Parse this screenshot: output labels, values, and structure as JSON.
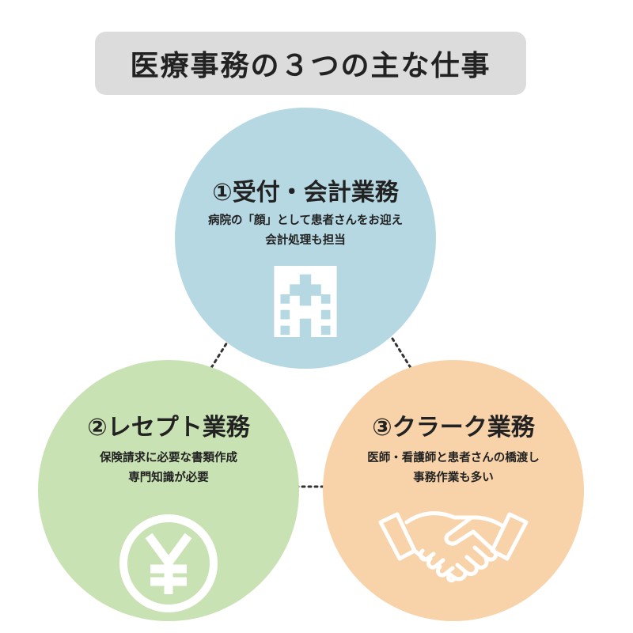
{
  "title": "医療事務の３つの主な仕事",
  "colors": {
    "title_bg": "#dcdcdc",
    "circle_reception": "#b5d8e3",
    "circle_receipt": "#c8e2b3",
    "circle_clerk": "#f8d3aa",
    "icon": "#ffffff",
    "connector": "#333333"
  },
  "circles": [
    {
      "heading": "①受付・会計業務",
      "lines": [
        "病院の「顔」として患者さんをお迎え",
        "会計処理も担当"
      ],
      "icon": "hospital-icon"
    },
    {
      "heading": "②レセプト業務",
      "lines": [
        "保険請求に必要な書類作成",
        "専門知識が必要"
      ],
      "icon": "yen-coin-icon"
    },
    {
      "heading": "③クラーク業務",
      "lines": [
        "医師・看護師と患者さんの橋渡し",
        "事務作業も多い"
      ],
      "icon": "handshake-icon"
    }
  ]
}
